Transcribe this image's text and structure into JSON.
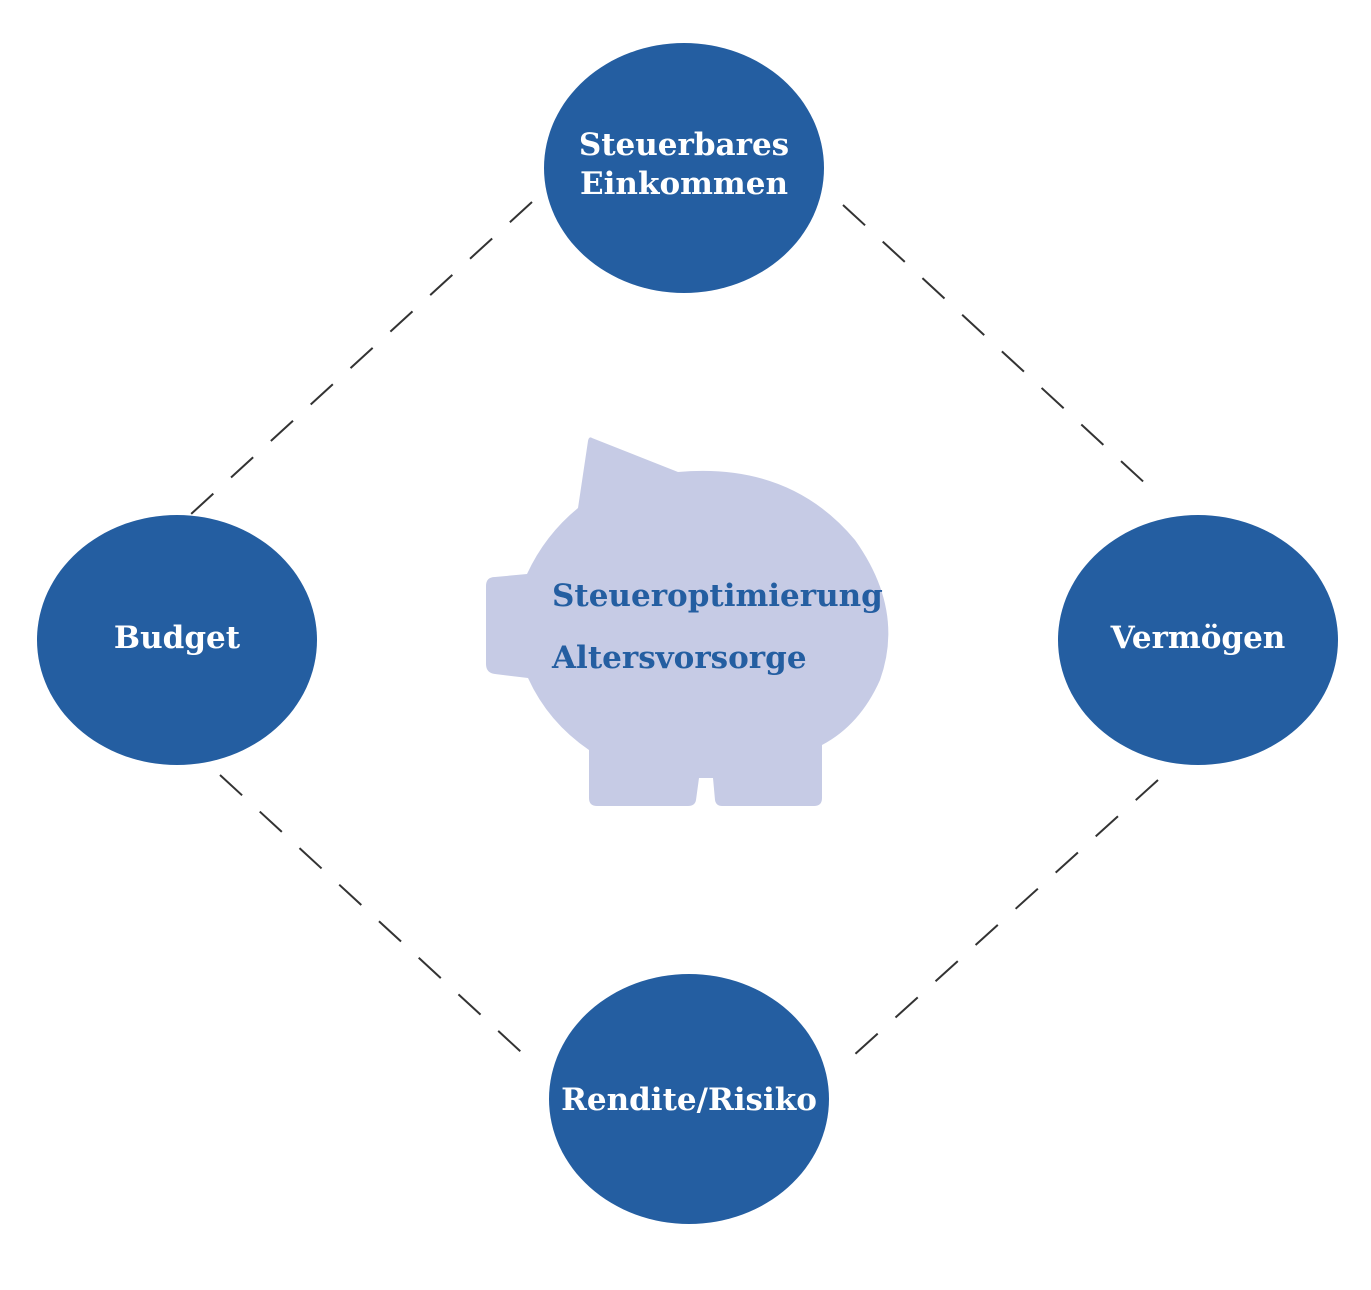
{
  "colors": {
    "node_fill": "#245ea1",
    "node_text": "#ffffff",
    "connector": "#333333",
    "piggy_fill": "#c6cbe5",
    "center_text": "#245ea1",
    "background": "#ffffff"
  },
  "nodes": {
    "top": {
      "line1": "Steuerbares",
      "line2": "Einkommen"
    },
    "left": {
      "label": "Budget"
    },
    "right": {
      "label": "Vermögen"
    },
    "bottom": {
      "label": "Rendite/Risiko"
    }
  },
  "center": {
    "line1": "Steueroptimierung",
    "line2": "Altersvorsorge",
    "icon": "piggy-bank-icon"
  }
}
